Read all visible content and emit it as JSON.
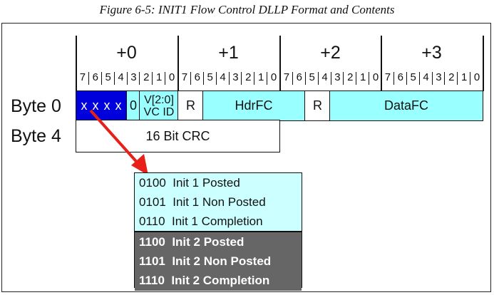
{
  "caption": "Figure 6-5: INIT1 Flow Control DLLP Format and Contents",
  "colors": {
    "type_field": "#0000dd",
    "cyan_field": "#99ffff",
    "reserved_field": "#ffffff",
    "table_top_bg": "#ccffff",
    "table_bottom_bg": "#666666",
    "arrow": "#e8201a"
  },
  "byte_offsets": [
    "+0",
    "+1",
    "+2",
    "+3"
  ],
  "bit_numbers": [
    "7",
    "6",
    "5",
    "4",
    "3",
    "2",
    "1",
    "0"
  ],
  "rows": {
    "byte0": "Byte 0",
    "byte4": "Byte 4"
  },
  "fields": {
    "type": "x x x x",
    "zero": "0",
    "vc_line1": "V[2:0]",
    "vc_line2": "VC ID",
    "reserved1": "R",
    "hdrfc": "HdrFC",
    "reserved2": "R",
    "datafc": "DataFC",
    "crc": "16 Bit CRC"
  },
  "type_table": {
    "init1": [
      "0100  Init 1 Posted",
      "0101  Init 1 Non Posted",
      "0110  Init 1 Completion"
    ],
    "init2": [
      "1100  Init 2 Posted",
      "1101  Init 2 Non Posted",
      "1110  Init 2 Completion"
    ]
  }
}
